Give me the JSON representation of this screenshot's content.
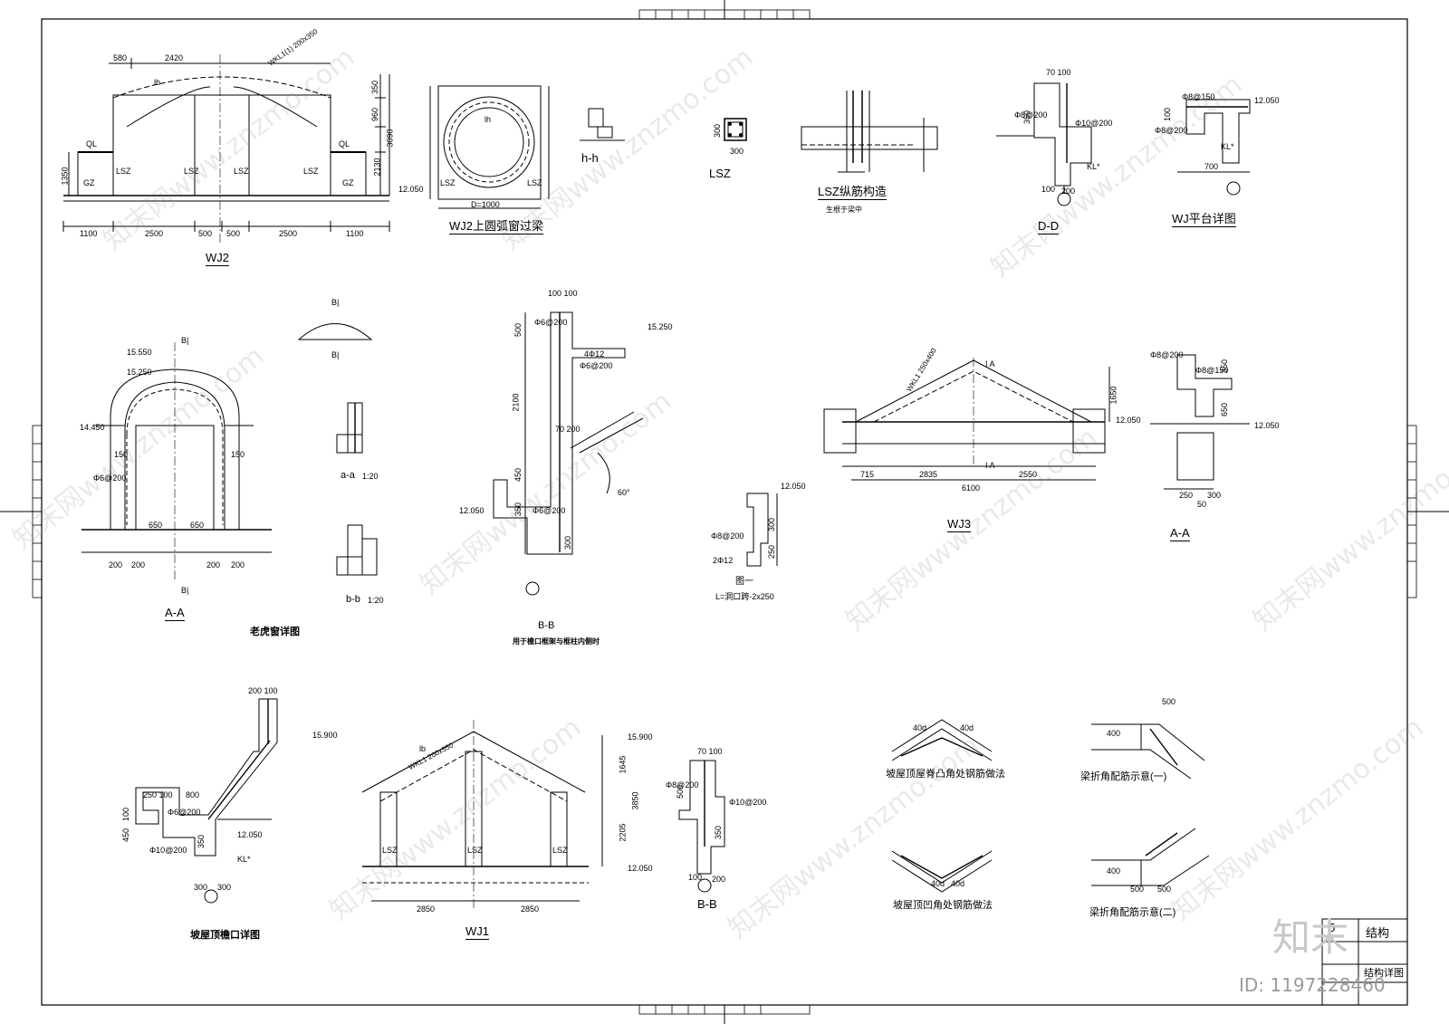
{
  "sheet": {
    "labels": {
      "wj2": "WJ2",
      "wj2_arch_beam": "WJ2上圆弧窗过梁",
      "hh": "h-h",
      "lsz": "LSZ",
      "lsz_rebar": "LSZ纵筋构造",
      "lsz_rebar_note": "生根于梁中",
      "dd": "D-D",
      "wj_platform": "WJ平台详图",
      "aa_dormer": "A-A",
      "dormer_detail": "老虎窗详图",
      "aa_small": "a-a",
      "aa_scale": "1:20",
      "bb_small": "b-b",
      "bb_scale": "1:20",
      "bb_mid": "B-B",
      "bb_mid_note": "用于檐口框架与框柱内侧时",
      "fig1": "图一",
      "fig1_formula": "L=洞口跨-2x250",
      "wj3": "WJ3",
      "aa_right": "A-A",
      "eave_detail": "坡屋顶檐口详图",
      "wj1": "WJ1",
      "bb_bottom": "B-B",
      "convex_rebar": "坡屋顶屋脊凸角处钢筋做法",
      "concave_rebar": "坡屋顶凹角处钢筋做法",
      "beam_bend_1": "梁折角配筋示意(一)",
      "beam_bend_2": "梁折角配筋示意(二)"
    },
    "dims": {
      "wj2_580": "580",
      "wj2_2420": "2420",
      "wj2_beam": "WKL1(1) 200x350",
      "wj2_350": "350",
      "wj2_960": "960",
      "wj2_3090": "3090",
      "wj2_2130": "2130",
      "wj2_1350": "1350",
      "wj2_12050": "12.050",
      "wj2_1100a": "1100",
      "wj2_2500a": "2500",
      "wj2_500a": "500",
      "wj2_500b": "500",
      "wj2_2500b": "2500",
      "wj2_1100b": "1100",
      "wj2_lsz": "LSZ",
      "wj2_gz": "GZ",
      "wj2_ql": "QL",
      "wj2_lb": "lb",
      "circ_d": "D=1000",
      "circ_lh": "lh",
      "circ_lsz": "LSZ",
      "lsz_300": "300",
      "lsz_300b": "300",
      "dd_70100": "70 100",
      "dd_350": "350",
      "dd_rebar": "Φ8@200",
      "dd_rebar2": "Φ10@200",
      "dd_100": "100",
      "dd_200": "200",
      "dd_kl": "KL*",
      "wjp_rebar": "Φ8@150",
      "wjp_12050": "12.050",
      "wjp_700": "700",
      "wjp_kl": "KL*",
      "wjp_100": "100",
      "wjp_rebar2": "Φ8@200",
      "aa_15550": "15.550",
      "aa_15250": "15.250",
      "aa_14450": "14.450",
      "aa_650a": "650",
      "aa_650b": "650",
      "aa_200a": "200",
      "aa_200b": "200",
      "aa_200c": "200",
      "aa_200d": "200",
      "aa_rebar": "Φ6@200",
      "aa_150a": "150",
      "aa_150b": "150",
      "aa_bi": "B|",
      "bb_100100": "100 100",
      "bb_500": "500",
      "bb_2100": "2100",
      "bb_450": "450",
      "bb_350": "350",
      "bb_300": "300",
      "bb_15250": "15.250",
      "bb_12050": "12.050",
      "bb_70200": "70 200",
      "bb_60": "60°",
      "bb_rebar": "Φ6@200",
      "bb_rebar2": "4Φ12",
      "wj3_715": "715",
      "wj3_2835": "2835",
      "wj3_2550": "2550",
      "wj3_6100": "6100",
      "wj3_1650": "1650",
      "wj3_12050": "12.050",
      "wj3_beam": "WKL1 250x400",
      "wj3_ia": "I A",
      "aar_rebar": "Φ8@200",
      "aar_rebar2": "Φ8@150",
      "aar_350": "350",
      "aar_650": "650",
      "aar_12050": "12.050",
      "aar_250": "250",
      "aar_300": "300",
      "aar_50": "50",
      "fig1_12050": "12.050",
      "fig1_300": "300",
      "fig1_250": "250",
      "fig1_rebar": "Φ8@200",
      "fig1_2212": "2Φ12",
      "eave_200100": "200 100",
      "eave_15900": "15.900",
      "eave_250100": "250 100",
      "eave_800": "800",
      "eave_100": "100",
      "eave_450": "450",
      "eave_350": "350",
      "eave_12050": "12.050",
      "eave_300a": "300",
      "eave_300b": "300",
      "eave_kl": "KL*",
      "eave_rebar": "Φ6@200",
      "eave_rebar2": "Φ10@200",
      "wj1_2850a": "2850",
      "wj1_2850b": "2850",
      "wj1_15900": "15.900",
      "wj1_12050": "12.050",
      "wj1_1645": "1645",
      "wj1_3850": "3850",
      "wj1_2205": "2205",
      "wj1_beam": "WKL1 200x550",
      "wj1_lsz": "LSZ",
      "wj1_lb": "lb",
      "bbb_70100": "70 100",
      "bbb_500": "500",
      "bbb_350": "350",
      "bbb_100": "100",
      "bbb_200": "200",
      "bbb_rebar": "Φ8@200",
      "bbb_rebar2": "Φ10@200",
      "conv_40d": "40d",
      "conc_40d": "40d",
      "bend_400": "400",
      "bend_500": "500",
      "bend_500b": "500"
    },
    "title_block": {
      "project": "结构",
      "drawing": "结构详图",
      "num5": "5"
    },
    "watermarks": [
      "知末网www.znzmo.com"
    ],
    "logo": "知末",
    "id_text": "ID: 1197228460"
  }
}
